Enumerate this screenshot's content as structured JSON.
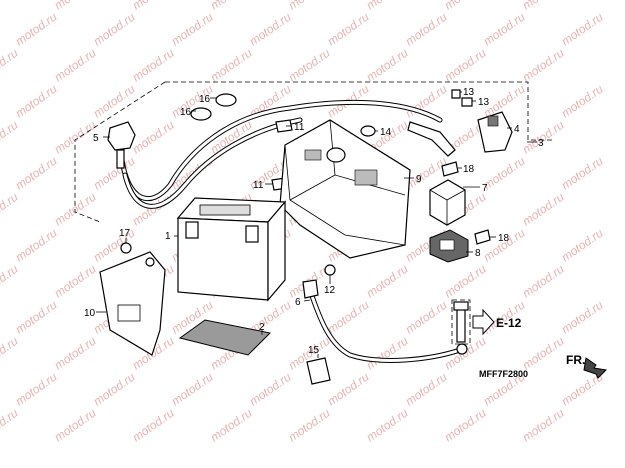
{
  "watermark": "motod.ru",
  "watermark_color": "#e8b3b3",
  "diagram_code": "MFF7F2800",
  "reference": "E-12",
  "direction_label": "FR.",
  "callouts": [
    "1",
    "2",
    "3",
    "4",
    "5",
    "6",
    "7",
    "8",
    "9",
    "10",
    "11",
    "11",
    "12",
    "13",
    "13",
    "14",
    "15",
    "16",
    "16",
    "17",
    "18",
    "18"
  ]
}
